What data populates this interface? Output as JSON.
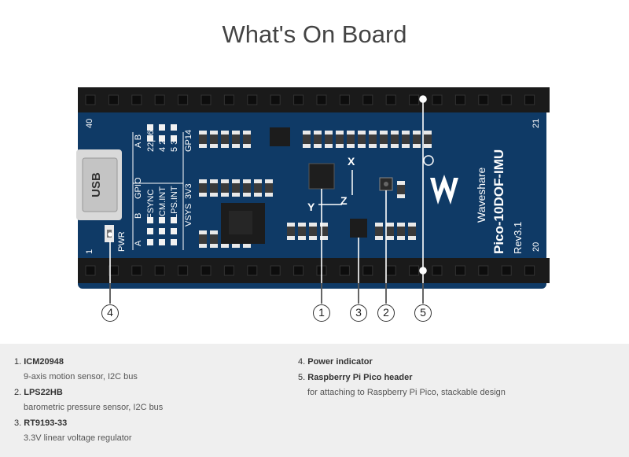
{
  "title": "What's On Board",
  "board": {
    "usb_label": "USB",
    "name": "Pico-10DOF-IMU",
    "rev": "Rev3.1",
    "brand": "Waveshare",
    "pin_top_left": "40",
    "pin_top_right": "21",
    "pin_bottom_left": "1",
    "pin_bottom_right": "20",
    "pwr_label": "PWR",
    "axis_x": "X",
    "axis_y": "Y",
    "axis_z": "Z",
    "silk_col_ab_top": "A  B",
    "silk_gpio": "GPIO",
    "silk_fsync": "FSYNC",
    "silk_icm": "ICM.INT",
    "silk_lps": "LPS.INT",
    "silk_2216": "22|16",
    "silk_42": "4  2",
    "silk_53": "5  3",
    "silk_gp14": "GP14",
    "silk_3v3": "3V3",
    "silk_vsys": "VSYS",
    "silk_a": "A",
    "silk_b": "B",
    "colors": {
      "pcb": "#0f3a66",
      "header": "#1a1a1a",
      "pcb_edge": "#0a2a4c"
    }
  },
  "callouts": {
    "c1": "1",
    "c2": "2",
    "c3": "3",
    "c4": "4",
    "c5": "5"
  },
  "items_left": [
    {
      "num": "1.",
      "title": "ICM20948",
      "desc": "9-axis motion sensor, I2C bus"
    },
    {
      "num": "2.",
      "title": "LPS22HB",
      "desc": "barometric pressure sensor, I2C bus"
    },
    {
      "num": "3.",
      "title": "RT9193-33",
      "desc": "3.3V linear voltage regulator"
    }
  ],
  "items_right": [
    {
      "num": "4.",
      "title": "Power indicator",
      "desc": ""
    },
    {
      "num": "5.",
      "title": "Raspberry Pi Pico header",
      "desc": "for attaching to Raspberry Pi Pico, stackable design"
    }
  ]
}
